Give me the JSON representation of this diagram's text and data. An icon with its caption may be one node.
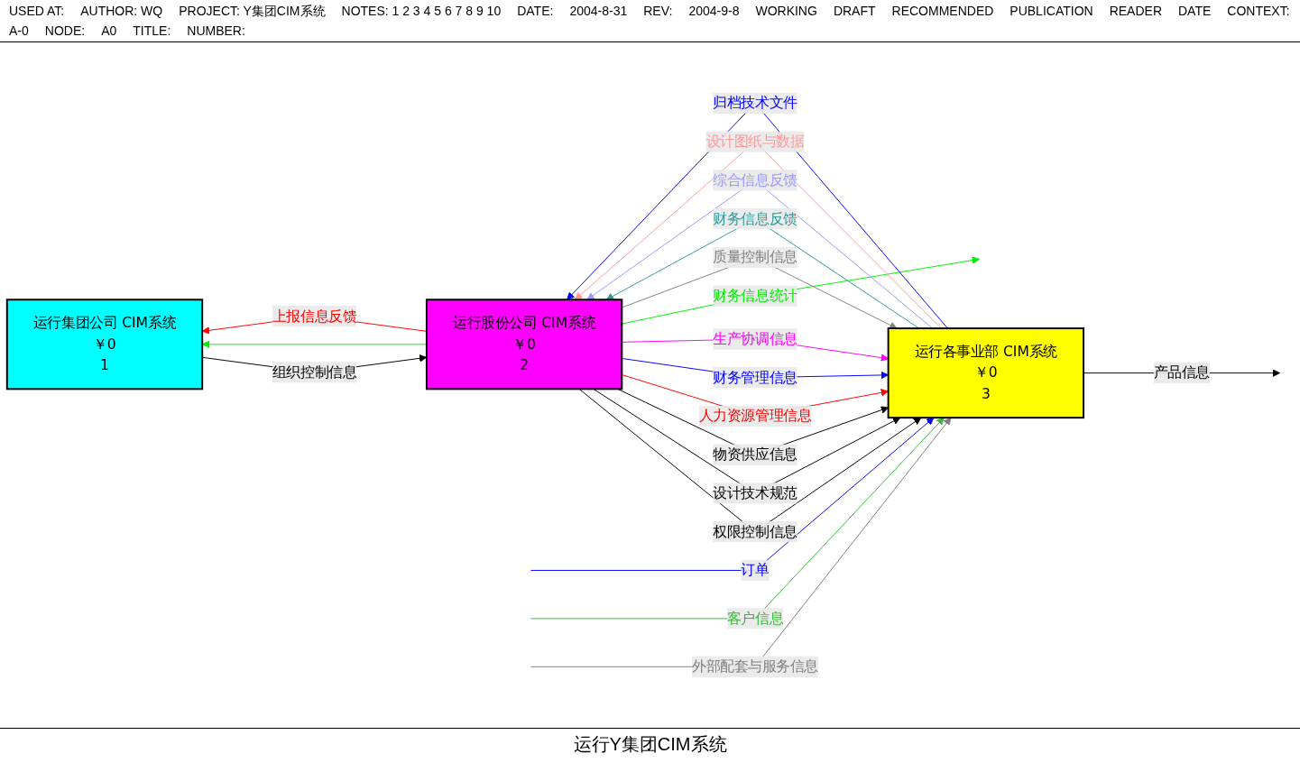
{
  "diagram": {
    "title": "运行Y集团CIM系统",
    "nodes": [
      {
        "text": [
          "运行集团公司 CIM系统",
          "￥0",
          "1"
        ]
      },
      {
        "text": [
          "运行股份公司 CIM系统",
          "￥0",
          "2"
        ]
      },
      {
        "text": [
          "运行各事业部 CIM系统",
          "￥0",
          "3"
        ]
      }
    ],
    "edges": [
      {
        "from": 0,
        "to": 1,
        "arrow": "to",
        "label": "组织控制信息"
      },
      {
        "from": 1,
        "to": 2,
        "arrow": "to",
        "label": "权限控制信息"
      },
      {
        "from": 1,
        "to": 2,
        "arrow": "to",
        "label": "设计技术规范"
      },
      {
        "from": 1,
        "to": 2,
        "arrow": "to",
        "label": "物资供应信息"
      },
      {
        "from": 1,
        "to": 2,
        "arrow": "to",
        "label": "人力资源管理信息",
        "color": "#ff0000"
      },
      {
        "from": 1,
        "to": 2,
        "arrow": "to",
        "label": "财务管理信息",
        "color": "#0000ff"
      },
      {
        "from": 1,
        "to": 2,
        "arrow": "to",
        "label": "生产协调信息",
        "color": "#ff00ff"
      },
      {
        "from": 1,
        "to": null,
        "arrow": "to",
        "label": "财务信息统计",
        "color": "#00ee00"
      },
      {
        "from": 1,
        "to": 0,
        "arrow": "to",
        "color": "#00ee00"
      },
      {
        "from": 1,
        "to": 2,
        "arrow": "to",
        "label": "质量控制信息",
        "color": "#808080"
      },
      {
        "from": 1,
        "to": 0,
        "arrow": "to",
        "label": "上报信息反馈",
        "color": "#ff0000"
      },
      {
        "from": null,
        "to": 2,
        "arrow": "to",
        "label": "订单",
        "color": "#0000ff"
      },
      {
        "from": null,
        "to": 2,
        "arrow": "to",
        "label": "客户信息",
        "color": "#33bb33"
      },
      {
        "from": null,
        "to": 2,
        "arrow": "to",
        "label": "外部配套与服务信息",
        "color": "#808080"
      },
      {
        "from": 2,
        "to": null,
        "arrow": "to",
        "label": "产品信息"
      },
      {
        "from": 2,
        "to": 1,
        "arrow": "to",
        "label": "财务信息反馈",
        "color": "#339999"
      },
      {
        "from": 2,
        "to": 1,
        "arrow": "to",
        "label": "综合信息反馈",
        "color": "#9999ff"
      },
      {
        "from": 2,
        "to": 1,
        "arrow": "to",
        "label": "设计图纸与数据",
        "color": "#ff9999"
      },
      {
        "from": 2,
        "to": 1,
        "arrow": "to",
        "label": "归档技术文件",
        "color": "#0000ff"
      }
    ],
    "labels": [
      "USED AT:",
      "AUTHOR:  WQ",
      "PROJECT:  Y集团CIM系统",
      "NOTES:  1  2  3  4  5  6  7  8  9  10",
      "DATE:",
      "2004-8-31",
      "REV:",
      "2004-9-8",
      "WORKING",
      "DRAFT",
      "RECOMMENDED",
      "PUBLICATION",
      "READER",
      "DATE",
      "CONTEXT:",
      "A-0",
      "NODE:",
      "A0",
      "TITLE:",
      "NUMBER:"
    ]
  }
}
